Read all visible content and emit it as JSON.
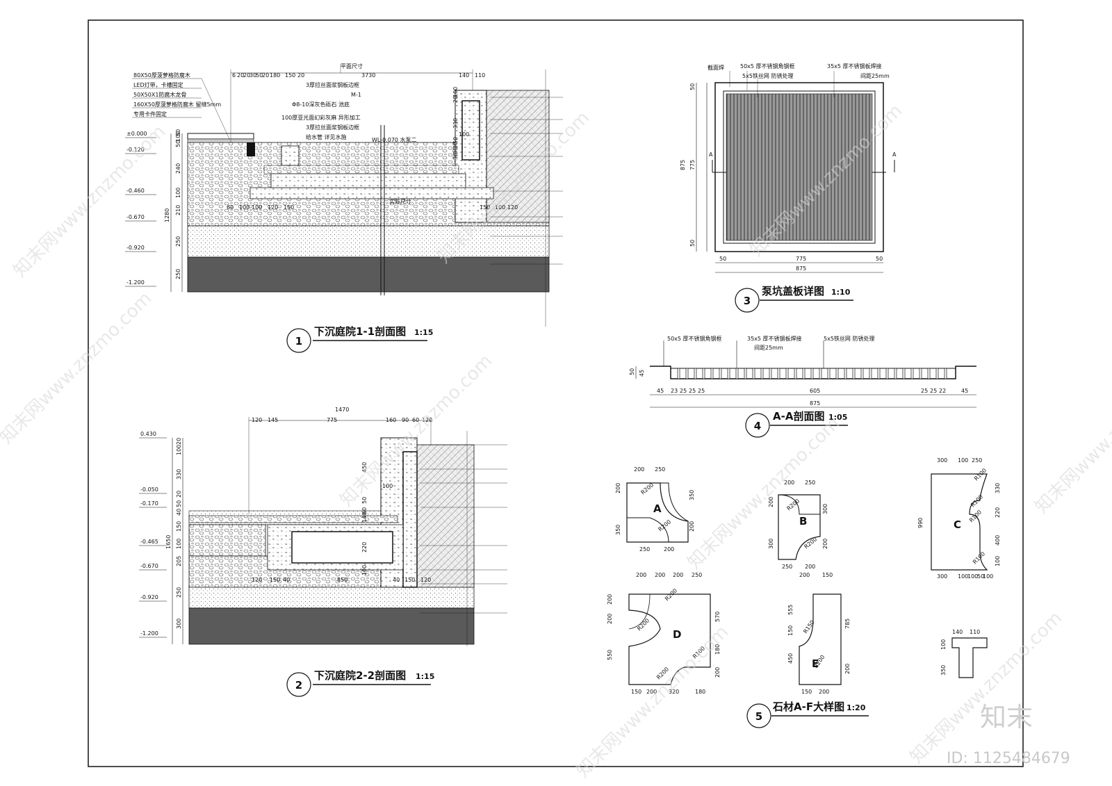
{
  "drawings": {
    "d1": {
      "num": "1",
      "title": "下沉庭院1-1剖面图",
      "scale": "1:15"
    },
    "d2": {
      "num": "2",
      "title": "下沉庭院2-2剖面图",
      "scale": "1:15"
    },
    "d3": {
      "num": "3",
      "title": "泵坑盖板详图",
      "scale": "1:10"
    },
    "d4": {
      "num": "4",
      "title": "A-A剖面图",
      "scale": "1:05"
    },
    "d5": {
      "num": "5",
      "title": "石材A-F大样图",
      "scale": "1:20"
    }
  },
  "section1": {
    "plan_dim_label": "平面尺寸",
    "real_dim_label": "实际尺寸",
    "top_dims": [
      "6",
      "20",
      "20",
      "30",
      "50",
      "20",
      "180",
      "150",
      "20",
      "3730",
      "140",
      "110"
    ],
    "left_labels": [
      "80X50厚菠萝格防腐木",
      "LED灯带，卡槽固定",
      "50X50X1防腐木龙骨",
      "160X50厚菠萝格防腐木 留缝5mm",
      "专用卡件固定"
    ],
    "mid_labels": [
      "3厚拉丝面浆钢板边框",
      "M-1",
      "Φ8-10深灰色砾石 池底",
      "100厚亚光面幻彩灰麻 异形加工",
      "3厚拉丝面浆钢板边框",
      "给水管 详见水施",
      "WL-0.070 水泵二"
    ],
    "elevations": [
      "±0.000",
      "-0.120",
      "-0.460",
      "-0.670",
      "-0.920",
      "-1.200"
    ],
    "left_dims": [
      "100",
      "50",
      "50",
      "240",
      "100",
      "210",
      "250",
      "250",
      "1280"
    ],
    "bottom_dims": [
      "60",
      "100",
      "100",
      "120",
      "150",
      "150",
      "100",
      "120"
    ],
    "right_dims": [
      "20",
      "100",
      "330",
      "50",
      "30",
      "30",
      "30"
    ],
    "inner_dim": "100"
  },
  "section2": {
    "top_total": "1470",
    "top_dims": [
      "120",
      "145",
      "775",
      "160",
      "90",
      "60",
      "120"
    ],
    "elevations": [
      "0.430",
      "-0.050",
      "-0.170",
      "-0.465",
      "-0.670",
      "-0.920",
      "-1.200"
    ],
    "left_dims": [
      "20",
      "100",
      "330",
      "20",
      "50",
      "40",
      "150",
      "100",
      "205",
      "250",
      "300",
      "1650"
    ],
    "bottom_dims": [
      "120",
      "150",
      "40",
      "850",
      "40",
      "150",
      "120"
    ],
    "inner_dims": [
      "450",
      "100",
      "50",
      "60",
      "140",
      "220",
      "100"
    ]
  },
  "cover_plate": {
    "labels": [
      "截面焊",
      "50x5 厚不锈钢角钢框",
      "5x5铁丝网 防锈处理",
      "35x5 厚不锈钢板焊接",
      "间距25mm"
    ],
    "section_mark": "A",
    "left_dims": [
      "50",
      "775",
      "50",
      "875"
    ],
    "bottom_dims": [
      "50",
      "775",
      "50",
      "875"
    ]
  },
  "aa_section": {
    "labels": [
      "50x5 厚不锈钢角钢框",
      "35x5 厚不锈钢板焊接",
      "5x5铁丝网 防锈处理",
      "间距25mm"
    ],
    "left_dims": [
      "50",
      "45"
    ],
    "bottom_dims": [
      "45",
      "23",
      "25",
      "25",
      "25",
      "605",
      "25",
      "25",
      "22",
      "45"
    ],
    "total": "875"
  },
  "stones": {
    "A": {
      "label": "A",
      "dims": [
        "200",
        "250",
        "200",
        "350",
        "R200",
        "R200",
        "350",
        "200",
        "250",
        "200"
      ]
    },
    "B": {
      "label": "B",
      "dims": [
        "200",
        "250",
        "200",
        "300",
        "R200",
        "R200",
        "300",
        "200",
        "250",
        "200"
      ]
    },
    "C": {
      "label": "C",
      "dims": [
        "300",
        "100",
        "250",
        "R100",
        "330",
        "R100",
        "220",
        "990",
        "R100",
        "400",
        "R100",
        "100",
        "300",
        "100",
        "100",
        "50",
        "100"
      ]
    },
    "D": {
      "label": "D",
      "dims": [
        "200",
        "200",
        "200",
        "250",
        "R200",
        "200",
        "200",
        "R200",
        "570",
        "550",
        "R100",
        "180",
        "R200",
        "200",
        "150",
        "200",
        "320",
        "180"
      ]
    },
    "E": {
      "label": "E",
      "dims": [
        "200",
        "150",
        "555",
        "R150",
        "150",
        "785",
        "450",
        "R200",
        "200",
        "150",
        "200"
      ]
    },
    "F": {
      "dims": [
        "140",
        "110",
        "100",
        "350"
      ]
    }
  },
  "watermarks": {
    "text": "知末网www.znzmo.com",
    "brand": "知末",
    "id": "ID: 1125484679"
  }
}
